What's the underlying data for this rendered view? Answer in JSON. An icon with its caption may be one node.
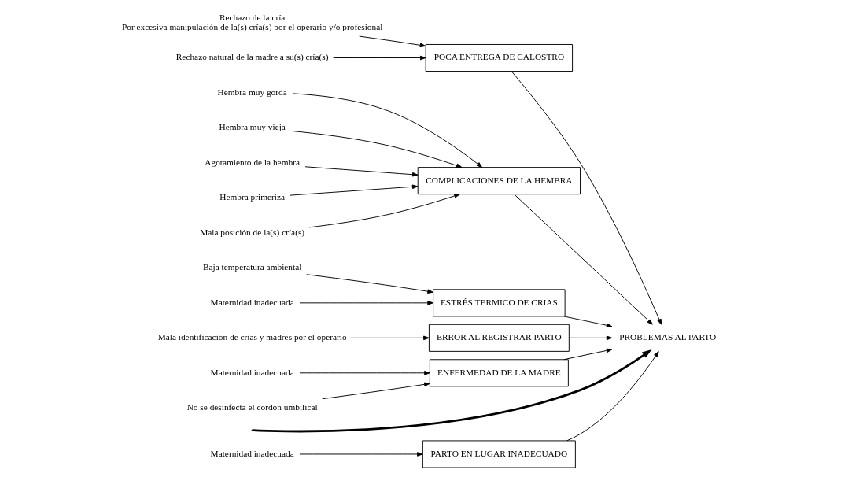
{
  "diagram": {
    "nodes": [
      {
        "text": [
          "PARTO EN LUGAR INADECUADO"
        ]
      },
      {
        "text": [
          "POCA ENTREGA DE CALOSTRO"
        ]
      },
      {
        "text": [
          "COMPLICACIONES DE LA HEMBRA"
        ]
      },
      {
        "text": [
          "Rechazo de la cría",
          "Por excesiva manipulación de la(s) cría(s) por el operario y/o profesional"
        ]
      },
      {
        "text": [
          "Hembra muy gorda"
        ]
      },
      {
        "text": [
          "Maternidad inadecuada"
        ]
      },
      {
        "text": [
          "Hembra muy vieja"
        ]
      },
      {
        "text": [
          "Agotamiento de la hembra"
        ]
      },
      {
        "text": [
          "Hembra primeriza"
        ]
      },
      {
        "text": [
          "Rechazo natural de la madre a su(s) cría(s)"
        ]
      },
      {
        "text": [
          "Mala posición de la(s) cría(s)"
        ]
      },
      {
        "text": [
          "PROBLEMAS AL PARTO"
        ]
      },
      {
        "text": [
          "Baja temperatura ambiental"
        ]
      },
      {
        "text": [
          "Mala identificación de crías y madres por el operario"
        ]
      },
      {
        "text": [
          "Maternidad inadecuada"
        ]
      },
      {
        "text": [
          "No se desinfecta el cordón umbilical"
        ]
      },
      {
        "text": [
          "Maternidad inadecuada"
        ]
      },
      {
        "text": [
          "ESTRÉS TERMICO DE CRIAS"
        ]
      },
      {
        "text": [
          "ERROR AL REGISTRAR PARTO"
        ]
      },
      {
        "text": [
          "ENFERMEDAD DE LA MADRE"
        ]
      }
    ],
    "edges": [
      {
        "from": null,
        "to": 11,
        "arrow": "to",
        "style": "thick"
      },
      {
        "from": 0,
        "to": 11,
        "arrow": "to"
      },
      {
        "from": 1,
        "to": 11,
        "arrow": "to"
      },
      {
        "from": 2,
        "to": 11,
        "arrow": "to"
      },
      {
        "from": 17,
        "to": 11,
        "arrow": "to"
      },
      {
        "from": 18,
        "to": 11,
        "arrow": "to"
      },
      {
        "from": 19,
        "to": 11,
        "arrow": "to"
      },
      {
        "from": 5,
        "to": 0,
        "arrow": "to"
      },
      {
        "from": 3,
        "to": 1,
        "arrow": "to"
      },
      {
        "from": 9,
        "to": 1,
        "arrow": "to"
      },
      {
        "from": 4,
        "to": 2,
        "arrow": "to"
      },
      {
        "from": 6,
        "to": 2,
        "arrow": "to"
      },
      {
        "from": 7,
        "to": 2,
        "arrow": "to"
      },
      {
        "from": 8,
        "to": 2,
        "arrow": "to"
      },
      {
        "from": 10,
        "to": 2,
        "arrow": "to"
      },
      {
        "from": 12,
        "to": 17,
        "arrow": "to"
      },
      {
        "from": 16,
        "to": 17,
        "arrow": "to"
      },
      {
        "from": 13,
        "to": 18,
        "arrow": "to"
      },
      {
        "from": 14,
        "to": 19,
        "arrow": "to"
      },
      {
        "from": 15,
        "to": 19,
        "arrow": "to"
      }
    ]
  }
}
